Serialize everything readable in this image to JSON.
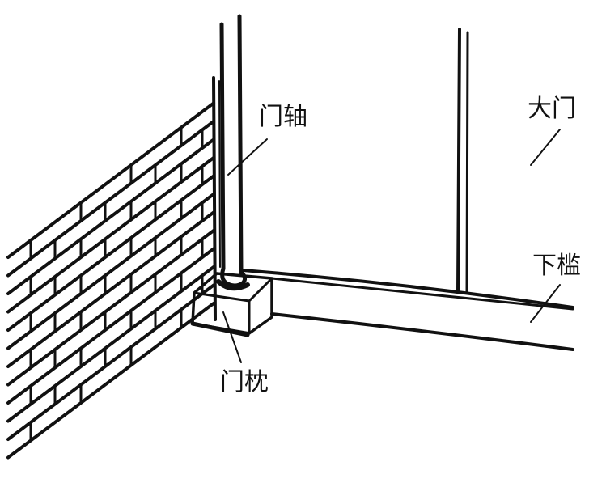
{
  "labels": {
    "door_axle": "门轴",
    "gate": "大门",
    "lower_sill": "下槛",
    "door_pillow": "门枕"
  },
  "colors": {
    "ink": "#111111",
    "background": "#ffffff"
  }
}
